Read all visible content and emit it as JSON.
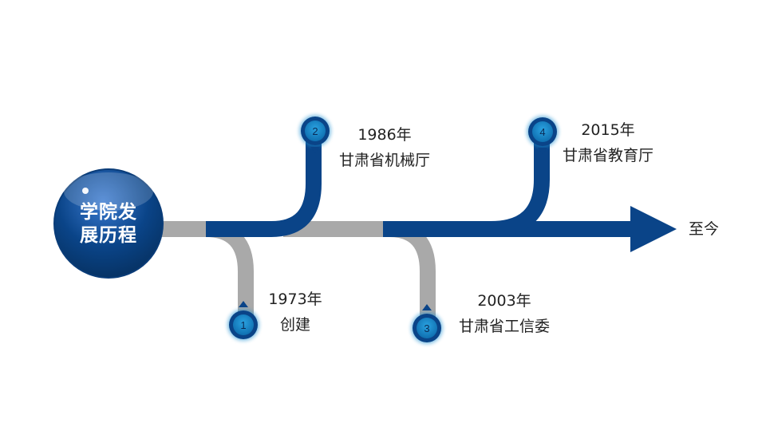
{
  "hub": {
    "line1": "学院发",
    "line2": "展历程"
  },
  "end_label": "至今",
  "milestones": [
    {
      "num": "1",
      "year": "1973年",
      "text": "创建"
    },
    {
      "num": "2",
      "year": "1986年",
      "text": "甘肃省机械厅"
    },
    {
      "num": "3",
      "year": "2003年",
      "text": "甘肃省工信委"
    },
    {
      "num": "4",
      "year": "2015年",
      "text": "甘肃省教育厅"
    }
  ],
  "colors": {
    "primary_blue": "#0a4488",
    "node_blue": "#1b8fd0",
    "gray_track": "#a9a9a9",
    "text": "#222222"
  }
}
